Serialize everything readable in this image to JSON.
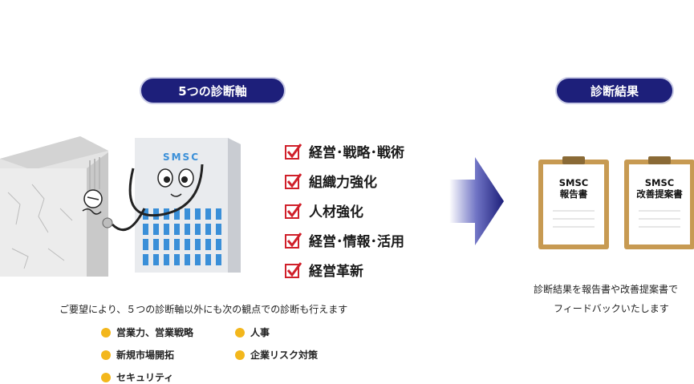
{
  "left_header": "5つの診断軸",
  "right_header": "診断結果",
  "server_label": "SMSC",
  "checks": [
    "経営･戦略･戦術",
    "組織力強化",
    "人材強化",
    "経営･情報･活用",
    "経営革新"
  ],
  "note": "ご要望により、５つの診断軸以外にも次の観点での診断も行えます",
  "extra_items": [
    "営業力、営業戦略",
    "人事",
    "新規市場開拓",
    "企業リスク対策",
    "セキュリティ"
  ],
  "reports": [
    {
      "line1": "SMSC",
      "line2": "報告書"
    },
    {
      "line1": "SMSC",
      "line2": "改善提案書"
    }
  ],
  "result_text": [
    "診断結果を報告書や改善提案書で",
    "フィードバックいたします"
  ],
  "colors": {
    "navy": "#1d1f7a",
    "check_red": "#d0202a",
    "bullet": "#f3b71c",
    "server_blue": "#3a8fd8",
    "clipboard": "#c79a52"
  }
}
